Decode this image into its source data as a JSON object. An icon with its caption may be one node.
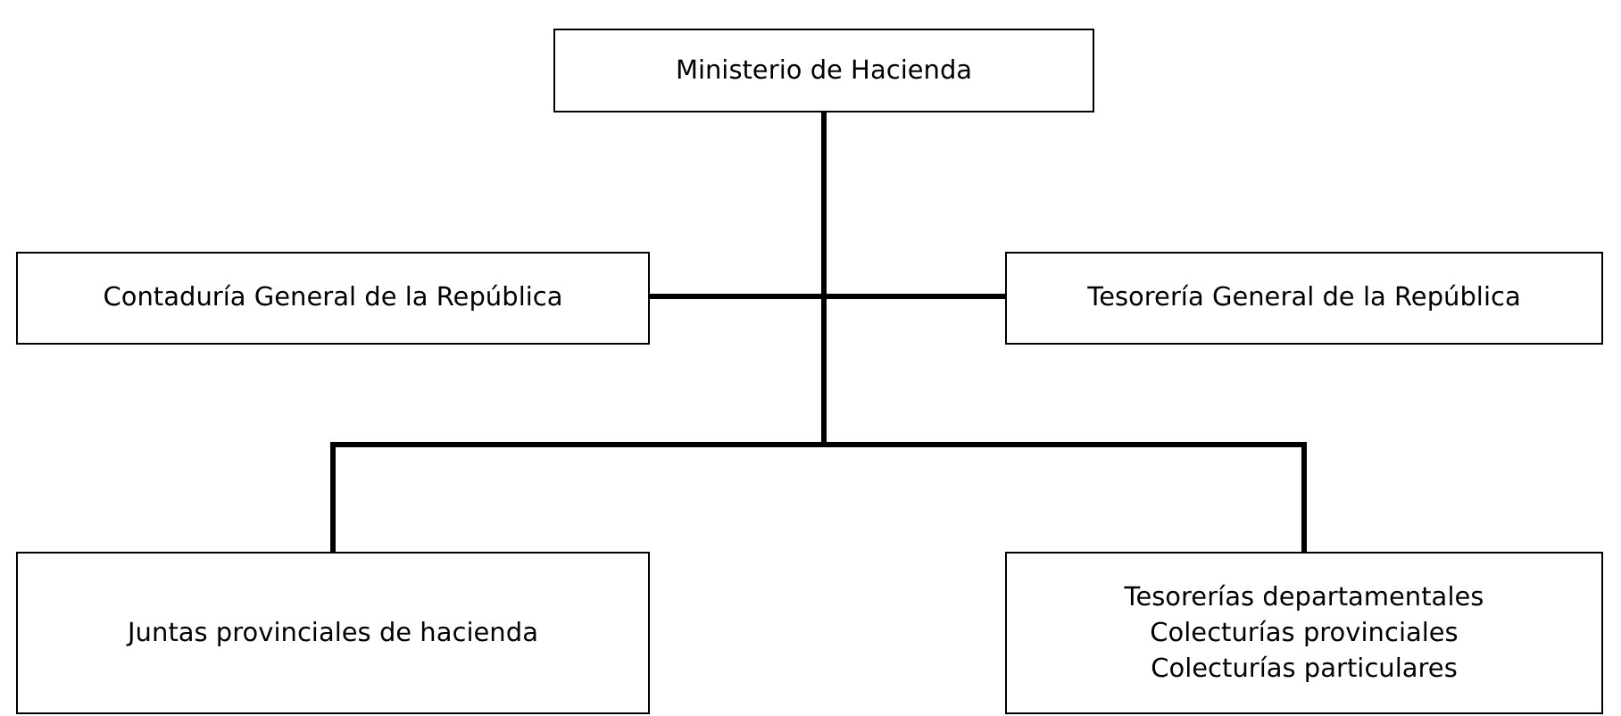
{
  "diagram": {
    "nodes": [
      {
        "text": [
          "Ministerio de Hacienda"
        ]
      },
      {
        "text": [
          "Contaduría General de la República"
        ]
      },
      {
        "text": [
          "Tesorería General de la República"
        ]
      },
      {
        "text": [
          "Juntas provinciales de hacienda"
        ]
      },
      {
        "text": [
          "Tesorerías departamentales",
          "Colecturías provinciales",
          "Colecturías particulares"
        ]
      }
    ],
    "edges": [
      {
        "from": 0,
        "to": 1,
        "arrow": "none"
      },
      {
        "from": 0,
        "to": 2,
        "arrow": "none"
      },
      {
        "from": 0,
        "to": 3,
        "arrow": "none"
      },
      {
        "from": 0,
        "to": 4,
        "arrow": "none"
      }
    ]
  }
}
